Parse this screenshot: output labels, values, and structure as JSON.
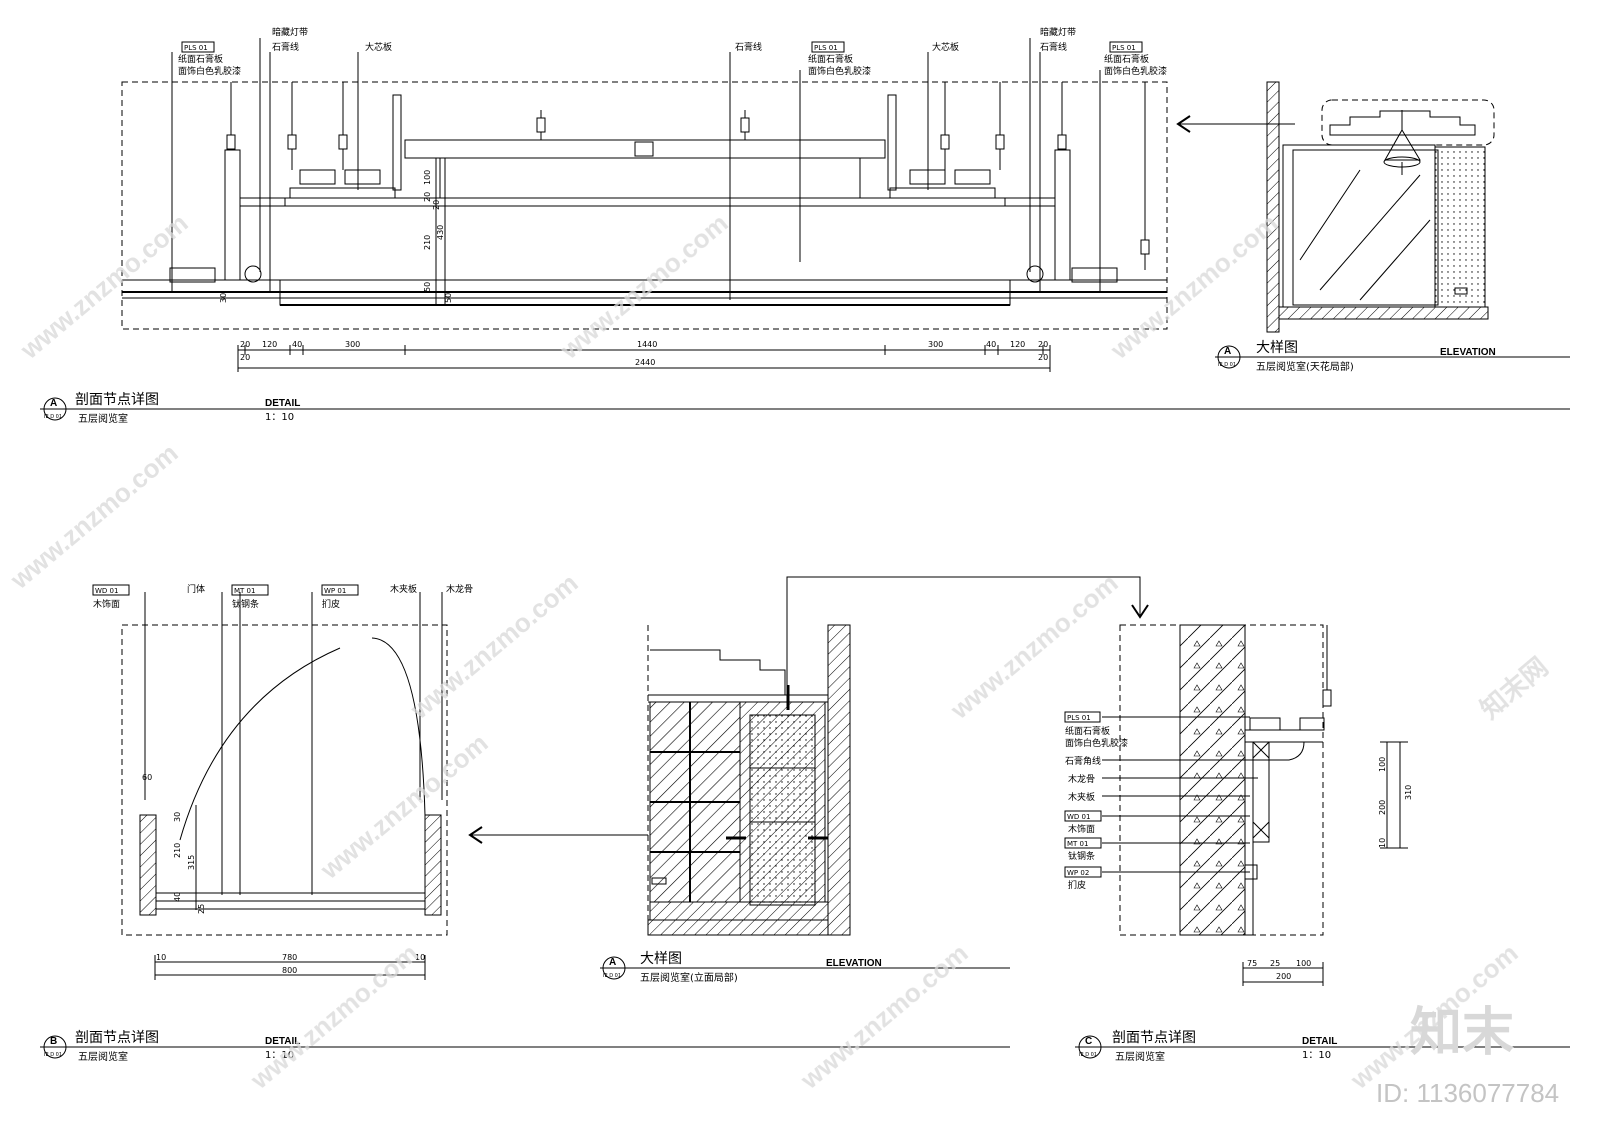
{
  "panels": {
    "top_section": {
      "title": "剖面节点详图",
      "title_en": "DETAIL",
      "sub": "五层阅览室",
      "scale": "1：10",
      "badge": "A",
      "ref": "IE D 01",
      "labels": {
        "tag1": "PLS 01",
        "l1a": "纸面石膏板",
        "l1b": "面饰白色乳胶漆",
        "hidden_light": "暗藏灯带",
        "gypsum_line": "石膏线",
        "core_board": "大芯板",
        "gypsum_line2": "石膏线",
        "tag2": "PLS 01",
        "l2a": "纸面石膏板",
        "l2b": "面饰白色乳胶漆",
        "core_board2": "大芯板",
        "hidden_light2": "暗藏灯带",
        "gypsum_line3": "石膏线",
        "tag3": "PLS 01",
        "l3a": "纸面石膏板",
        "l3b": "面饰白色乳胶漆"
      },
      "dims_h_top": [
        "20",
        "120",
        "40",
        "300",
        "1440",
        "300",
        "40",
        "120",
        "20"
      ],
      "dims_h_mid": [
        "20",
        "20"
      ],
      "dims_h_total": "2440",
      "dims_v": [
        "100",
        "20",
        "20",
        "210",
        "430",
        "50",
        "50",
        "30"
      ]
    },
    "top_elevation": {
      "title": "大样图",
      "title_en": "ELEVATION",
      "sub": "五层阅览室(天花局部)",
      "badge": "A",
      "ref": "IE D 01"
    },
    "bottom_left": {
      "title": "剖面节点详图",
      "title_en": "DETAIL",
      "sub": "五层阅览室",
      "scale": "1：10",
      "badge": "B",
      "ref": "IE D 01",
      "labels": {
        "tag_wd": "WD 01",
        "wd": "木饰面",
        "door": "门体",
        "tag_mt": "MT 01",
        "mt": "钛钢条",
        "tag_wp": "WP 01",
        "wp": "扪皮",
        "plywood": "木夹板",
        "keel": "木龙骨"
      },
      "dims_h": [
        "10",
        "780",
        "10"
      ],
      "dims_h_total": "800",
      "dims_v": [
        "60",
        "30",
        "210",
        "315",
        "40",
        "25"
      ]
    },
    "bottom_mid": {
      "title": "大样图",
      "title_en": "ELEVATION",
      "sub": "五层阅览室(立面局部)",
      "badge": "A",
      "ref": "IE D 01"
    },
    "bottom_right": {
      "title": "剖面节点详图",
      "title_en": "DETAIL",
      "sub": "五层阅览室",
      "scale": "1：10",
      "badge": "C",
      "ref": "IE D 01",
      "labels": {
        "tag1": "PLS 01",
        "l1a": "纸面石膏板",
        "l1b": "面饰白色乳胶漆",
        "corner": "石膏角线",
        "keel": "木龙骨",
        "plywood": "木夹板",
        "tag_wd": "WD 01",
        "wd": "木饰面",
        "tag_mt": "MT 01",
        "mt": "钛钢条",
        "tag_wp": "WP 02",
        "wp": "扪皮"
      },
      "dims_v": [
        "100",
        "200",
        "10",
        "310"
      ],
      "dims_h": [
        "75",
        "25",
        "100"
      ],
      "dims_h_total": "200"
    }
  },
  "watermark": {
    "text": "www.znzmo.com",
    "brand": "知末网",
    "logo": "知末",
    "id": "ID: 1136077784"
  }
}
